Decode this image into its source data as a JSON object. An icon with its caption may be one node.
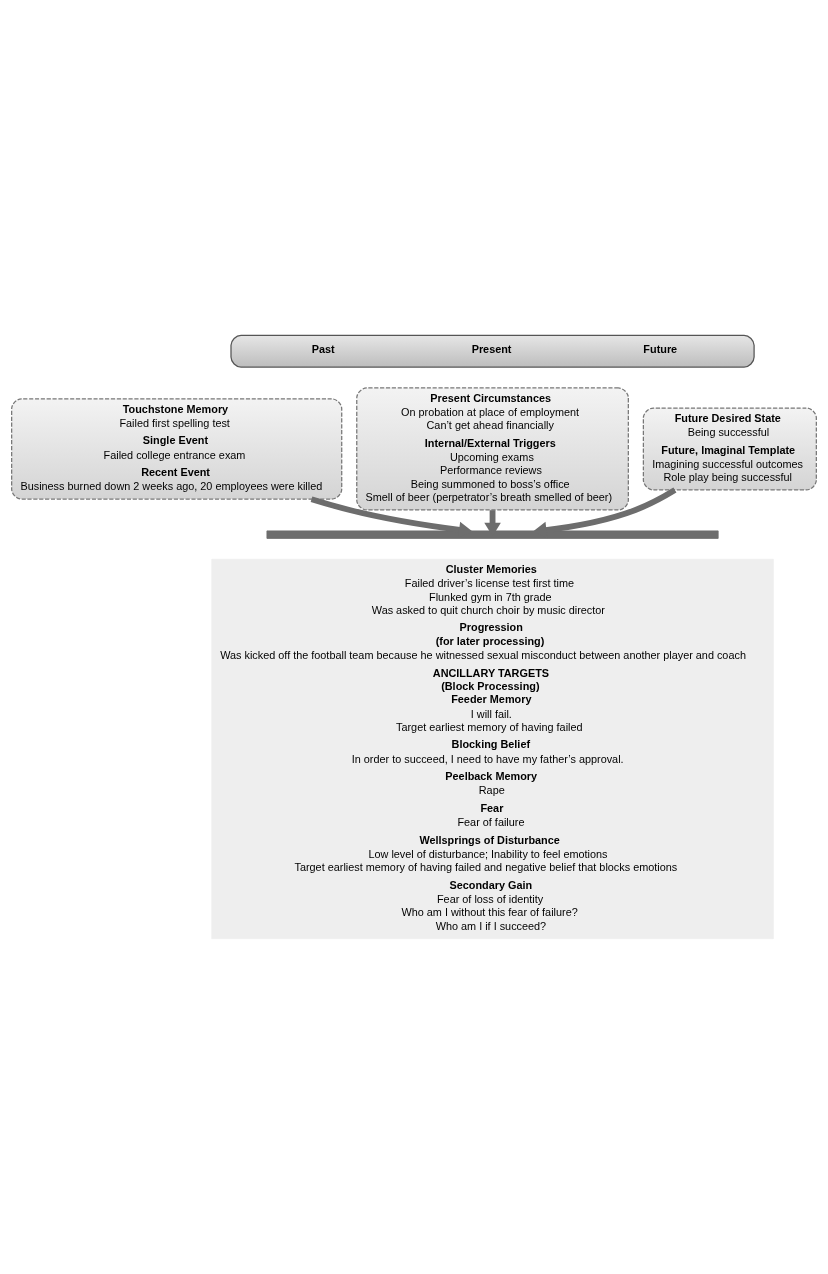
{
  "diagram": {
    "nodes": [
      {
        "text": [
          "Past",
          "Present",
          "Future"
        ]
      },
      {
        "text": [
          "Touchstone Memory",
          "Failed first spelling test",
          "Single Event",
          "Failed college entrance exam",
          "Recent Event",
          "Business burned down 2 weeks ago, 20 employees were killed"
        ]
      },
      {
        "text": [
          "Present Circumstances",
          "On probation at place of employment",
          "Can’t get ahead financially",
          "Internal/External Triggers",
          "Upcoming exams",
          "Performance reviews",
          "Being summoned to boss’s office",
          "Smell of beer (perpetrator’s breath smelled of beer)"
        ]
      },
      {
        "text": [
          "Future Desired State",
          "Being successful",
          "Future, Imaginal Template",
          "Imagining successful outcomes",
          "Role play being successful"
        ]
      },
      {
        "text": [],
        "shape": "bar"
      },
      {
        "text": [
          "Cluster Memories",
          "Failed driver’s license test first time",
          "Flunked gym in 7th grade",
          "Was asked to quit church choir by music director",
          "Progression",
          "(for later processing)",
          "Was kicked off the football team because he witnessed sexual misconduct between another player and coach",
          "ANCILLARY TARGETS",
          "(Block Processing)",
          "Feeder Memory",
          "I will fail.",
          "Target earliest memory of having failed",
          "Blocking Belief",
          "In order to succeed, I need to have my father’s approval.",
          "Peelback Memory",
          "Rape",
          "Fear",
          "Fear of failure",
          "Wellsprings of Disturbance",
          "Low level of disturbance; Inability to feel emotions",
          "Target earliest memory of having failed and negative belief that blocks emotions",
          "Secondary Gain",
          "Fear of loss of identity",
          "Who am I without this fear of failure?",
          "Who am I if I succeed?"
        ]
      }
    ],
    "edges": [
      {
        "from": 1,
        "to": 4,
        "arrow": "to"
      },
      {
        "from": 2,
        "to": 4,
        "arrow": "to"
      },
      {
        "from": 3,
        "to": 4,
        "arrow": "to"
      }
    ]
  }
}
